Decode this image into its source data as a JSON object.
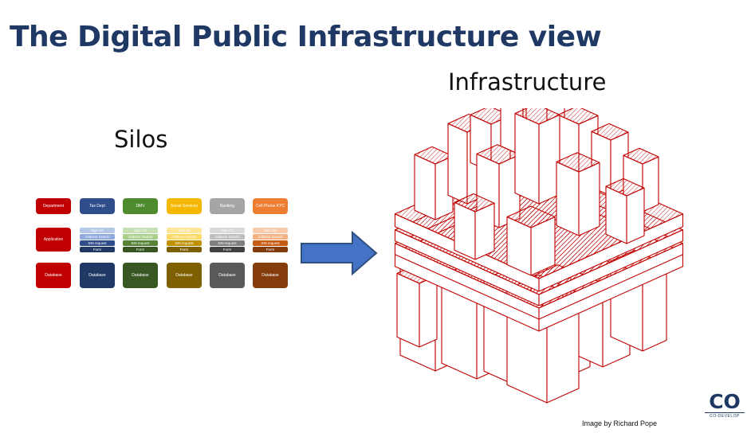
{
  "title": "The Digital Public Infrastructure view",
  "silos_label": "Silos",
  "infra_label": "Infrastructure",
  "credit": "Image by Richard Pope",
  "logo": {
    "mark": "CO",
    "text": "CO-DEVELOP"
  },
  "silos": {
    "headers": [
      {
        "label": "Department",
        "color": "#c00000"
      },
      {
        "label": "Tax Dept",
        "color": "#2e4d8a"
      },
      {
        "label": "DMV",
        "color": "#4e8a2e"
      },
      {
        "label": "Social Services",
        "color": "#f5b800"
      },
      {
        "label": "Banking",
        "color": "#a5a5a5"
      },
      {
        "label": "Cell Phone KYC",
        "color": "#ed7d31"
      }
    ],
    "application_label": "Application",
    "app_rows": [
      "Sign On",
      "Address Search",
      "SIN request",
      "Form"
    ],
    "app_colors": [
      [
        "#b4c7e7",
        "#8faadc",
        "#2e4d8a",
        "#1f3864"
      ],
      [
        "#c5e0b4",
        "#a9d18e",
        "#548235",
        "#375623"
      ],
      [
        "#ffe699",
        "#ffd966",
        "#bf9000",
        "#7f6000"
      ],
      [
        "#d9d9d9",
        "#bfbfbf",
        "#7f7f7f",
        "#404040"
      ],
      [
        "#f8cbad",
        "#f4b183",
        "#c55a11",
        "#843c0c"
      ]
    ],
    "database_label": "Database",
    "db_colors": [
      "#c00000",
      "#1f3864",
      "#385723",
      "#7f6000",
      "#595959",
      "#843c0c"
    ]
  },
  "colors": {
    "title": "#1f3864",
    "arrow": "#4472c4",
    "arrow_stroke": "#2f4f7f",
    "building": "#c00000"
  }
}
